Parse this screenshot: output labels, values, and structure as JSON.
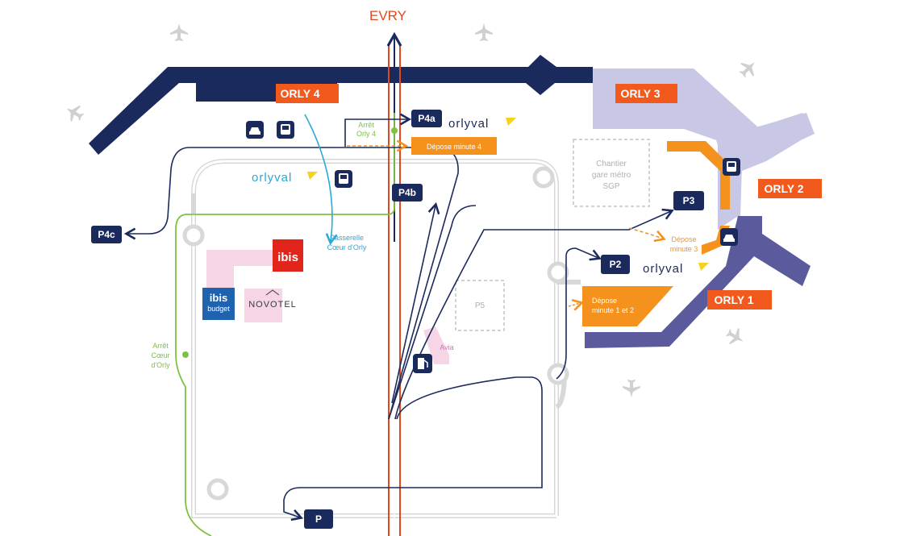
{
  "map": {
    "north_label": "EVRY",
    "terminals": {
      "orly4": "ORLY 4",
      "orly3": "ORLY 3",
      "orly2": "ORLY 2",
      "orly1": "ORLY 1"
    },
    "parkings": {
      "p4a": "P4a",
      "p4b": "P4b",
      "p4c": "P4c",
      "p3": "P3",
      "p2": "P2",
      "p": "P",
      "p5": "P5"
    },
    "labels": {
      "arret_orly4_l1": "Arrêt",
      "arret_orly4_l2": "Orly 4",
      "depose4": "Dépose minute 4",
      "chantier_l1": "Chantier",
      "chantier_l2": "gare métro",
      "chantier_l3": "SGP",
      "depose3_l1": "Dépose",
      "depose3_l2": "minute 3",
      "depose12_l1": "Dépose",
      "depose12_l2": "minute 1 et 2",
      "passerelle_l1": "Passerelle",
      "passerelle_l2": "Cœur d'Orly",
      "arret_coeur_l1": "Arrêt",
      "arret_coeur_l2": "Cœur",
      "arret_coeur_l3": "d'Orly",
      "avia": "Avia",
      "orlyval_text": "orlyval"
    },
    "hotels": {
      "ibis": "ibis",
      "ibis_budget_l1": "ibis",
      "ibis_budget_l2": "budget",
      "novotel": "NOVOTEL"
    },
    "icons": [
      "airplane-icon",
      "bus-icon",
      "taxi-icon",
      "fuel-icon",
      "arrow-up-icon"
    ],
    "colors": {
      "navy": "#1b2a5c",
      "orange_red": "#f25a1d",
      "orange": "#f5921e",
      "lavender": "#c8c7e6",
      "slate_purple": "#5b5a9c",
      "rail_red": "#e0491f",
      "green": "#7dc242",
      "cyan": "#2aa8d8",
      "road_gray": "#d6d6d6",
      "pink": "#f5d5e6",
      "ibis_red": "#e1251b",
      "ibis_blue": "#1f62ae"
    }
  }
}
